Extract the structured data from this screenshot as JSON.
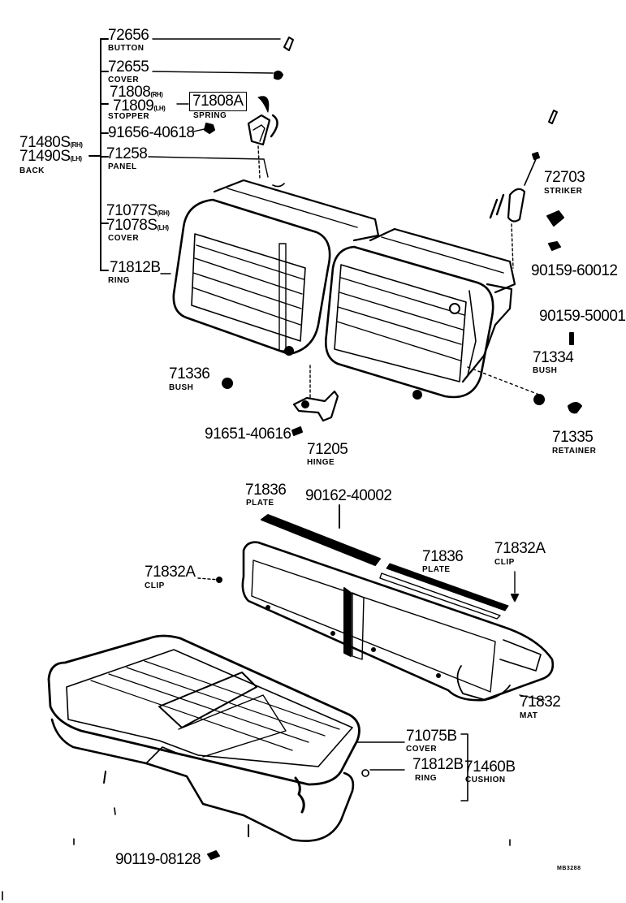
{
  "labels": {
    "p72656": "72656",
    "n72656": "BUTTON",
    "p72655": "72655",
    "n72655": "COVER",
    "p71808": "71808",
    "s71808": "(RH)",
    "p71809": "71809",
    "s71809": "(LH)",
    "n71808": "STOPPER",
    "p71808A": "71808A",
    "n71808A": "SPRING",
    "p91656": "91656-40618",
    "p71480S": "71480S",
    "s71480S": "(RH)",
    "p71490S": "71490S",
    "s71490S": "(LH)",
    "nBack": "BACK",
    "p71258": "71258",
    "n71258": "PANEL",
    "p71077S": "71077S",
    "s71077S": "(RH)",
    "p71078S": "71078S",
    "s71078S": "(LH)",
    "n71077": "COVER",
    "p71812B_top": "71812B",
    "n71812B_top": "RING",
    "p72703": "72703",
    "n72703": "STRIKER",
    "p90159a": "90159-60012",
    "p90159b": "90159-50001",
    "p71334": "71334",
    "n71334": "BUSH",
    "p71336": "71336",
    "n71336": "BUSH",
    "p91651": "91651-40616",
    "p71205": "71205",
    "n71205": "HINGE",
    "p71335": "71335",
    "n71335": "RETAINER",
    "p71836a": "71836",
    "n71836a": "PLATE",
    "p90162": "90162-40002",
    "p71836b": "71836",
    "n71836b": "PLATE",
    "p71832A_r": "71832A",
    "n71832A_r": "CLIP",
    "p71832A_l": "71832A",
    "n71832A_l": "CLIP",
    "p71832": "71832",
    "n71832": "MAT",
    "p71075B": "71075B",
    "n71075B": "COVER",
    "p71812B_bot": "71812B",
    "n71812B_bot": "RING",
    "p71460B": "71460B",
    "n71460B": "CUSHION",
    "p90119": "90119-08128",
    "code": "MB3288"
  }
}
